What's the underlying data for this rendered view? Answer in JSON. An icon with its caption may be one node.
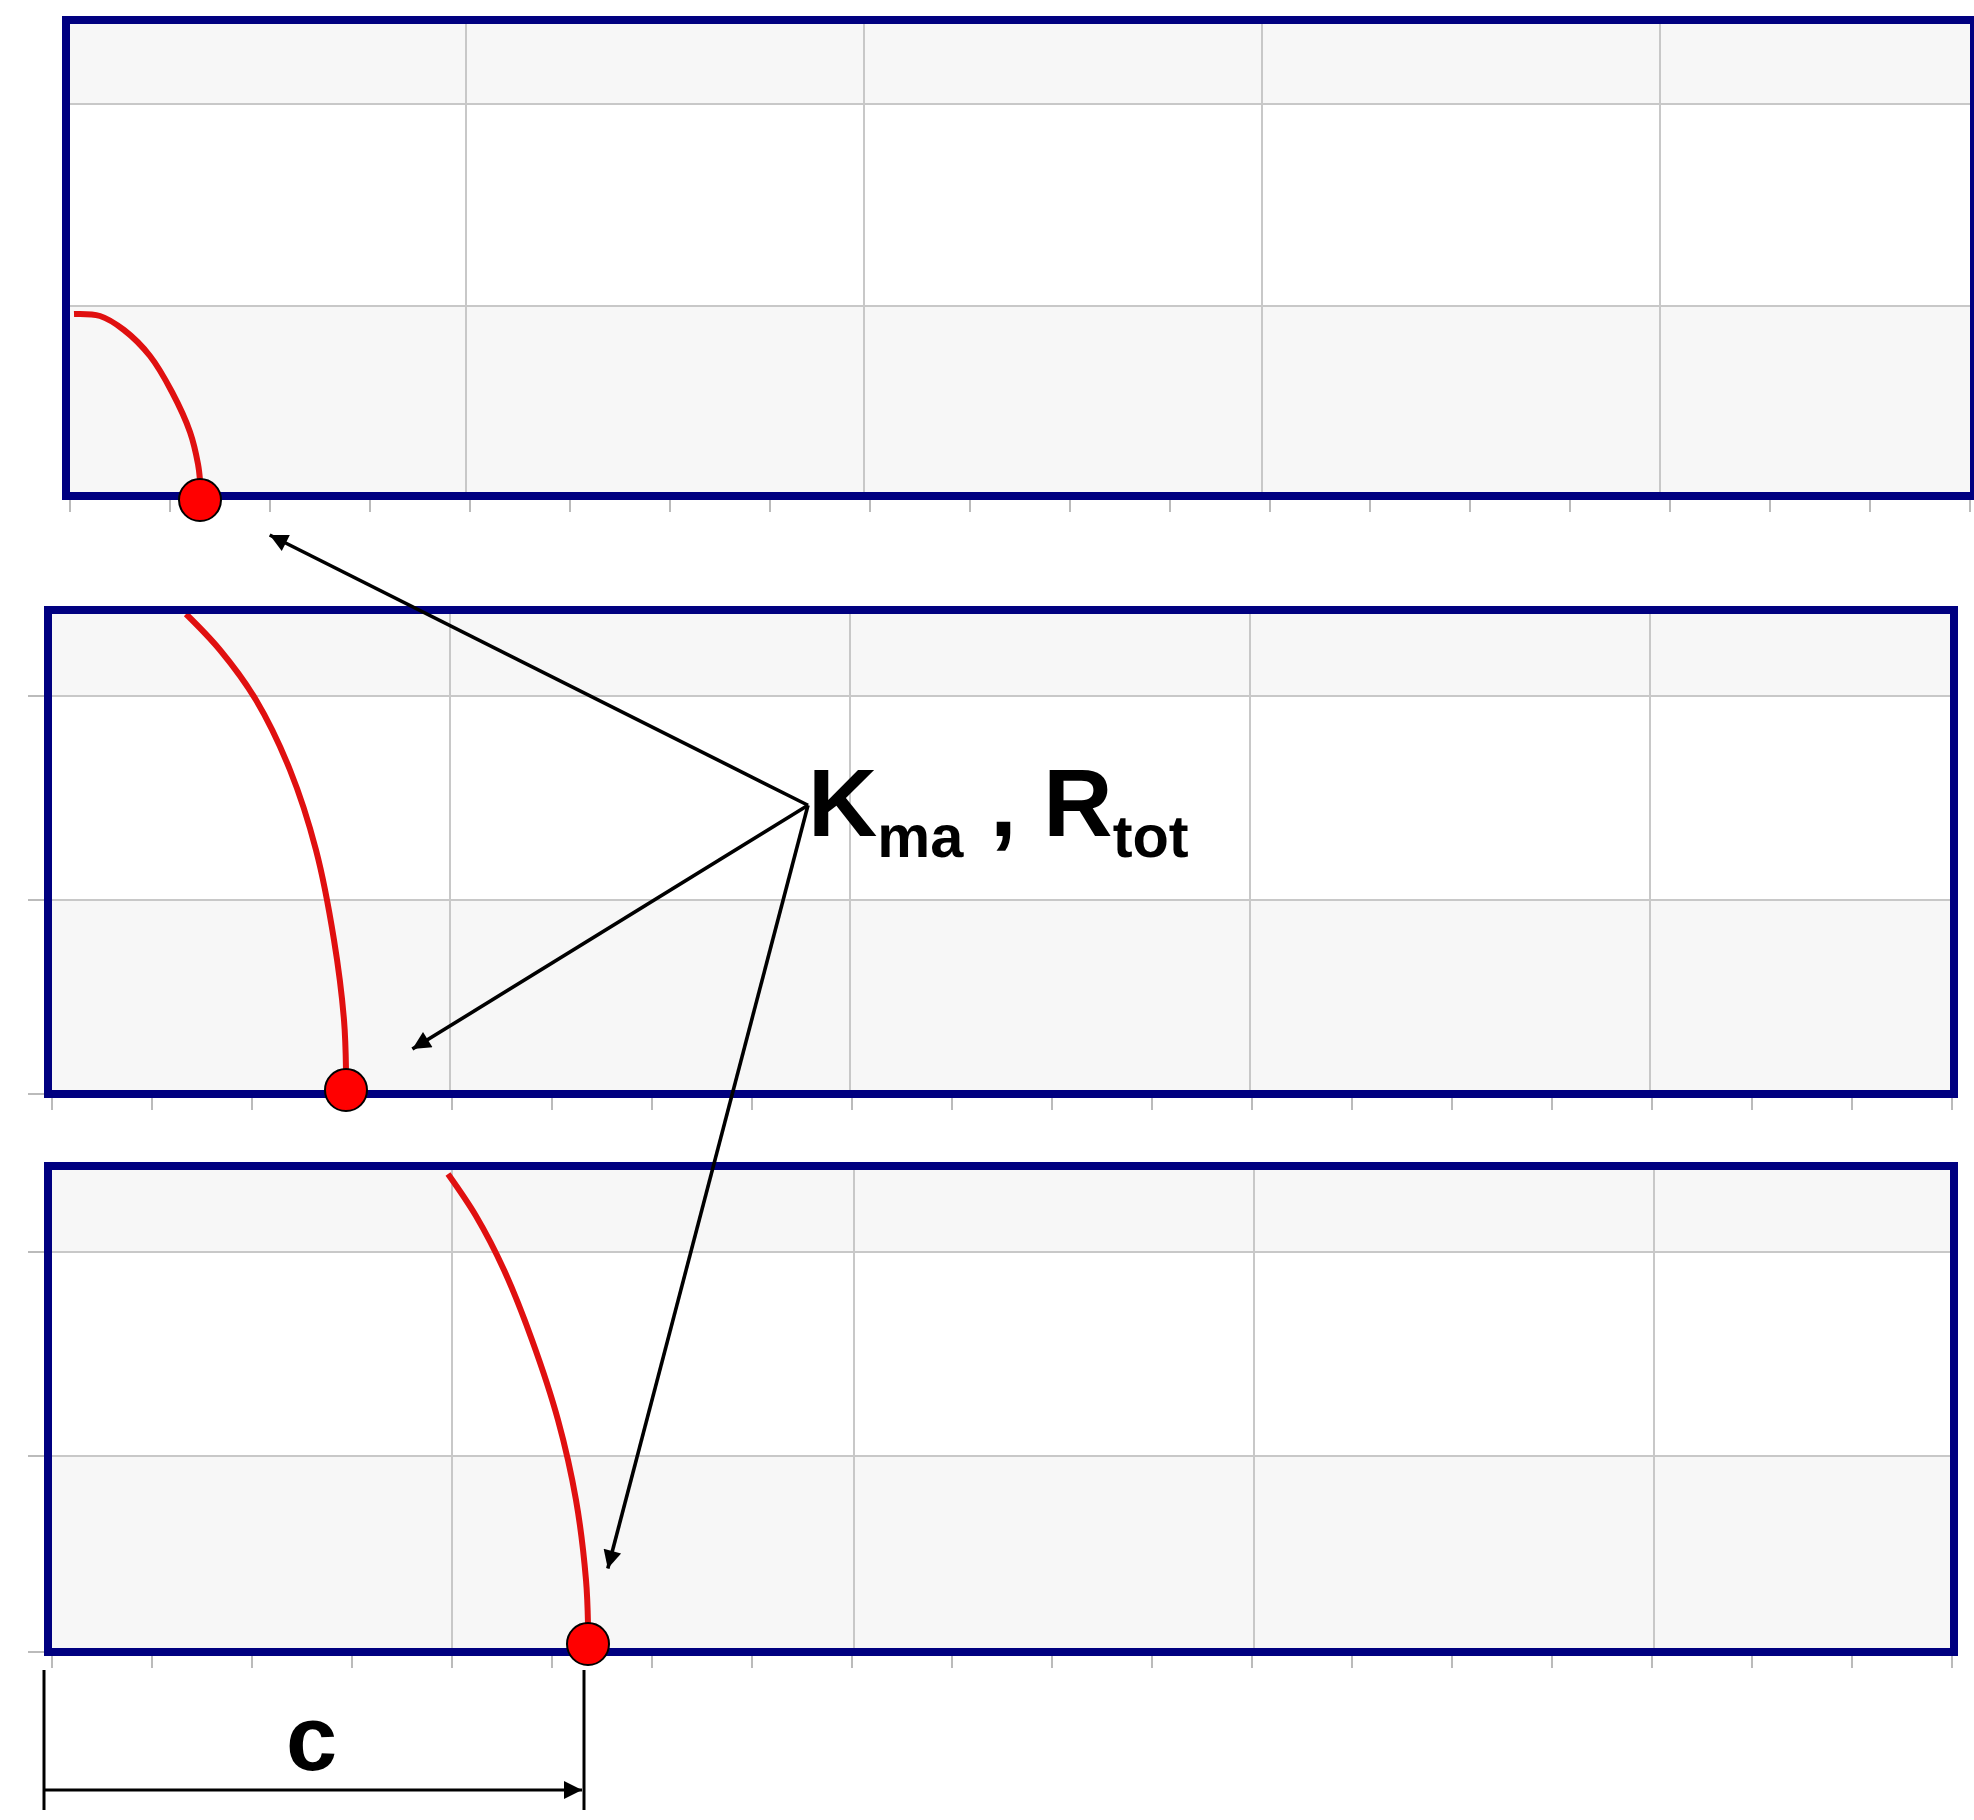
{
  "diagram": {
    "nodes": [
      {
        "text": [
          "K$_{ma}$ , R$_{tot}$"
        ]
      },
      {
        "text": [],
        "shape": "circle"
      },
      {
        "text": [],
        "shape": "circle"
      },
      {
        "text": [],
        "shape": "circle"
      }
    ],
    "edges": [
      {
        "from": 0,
        "to": 1,
        "arrow": "to"
      },
      {
        "from": 0,
        "to": 2,
        "arrow": "to"
      },
      {
        "from": 0,
        "to": 3,
        "arrow": "to"
      }
    ],
    "labels": [
      "c"
    ]
  }
}
